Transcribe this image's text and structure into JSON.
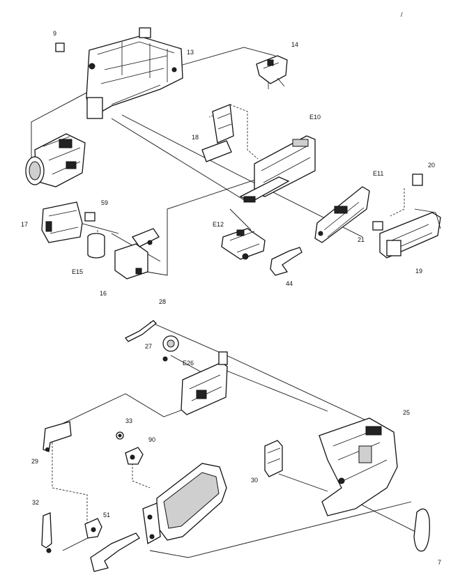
{
  "parts": [
    {
      "id": "mark-top-right",
      "label": "/"
    },
    {
      "id": "9",
      "label": "9"
    },
    {
      "id": "13",
      "label": "13"
    },
    {
      "id": "14",
      "label": "14"
    },
    {
      "id": "E10",
      "label": "E10"
    },
    {
      "id": "18",
      "label": "18"
    },
    {
      "id": "E11",
      "label": "E11"
    },
    {
      "id": "20",
      "label": "20"
    },
    {
      "id": "59",
      "label": "59"
    },
    {
      "id": "17",
      "label": "17"
    },
    {
      "id": "E12",
      "label": "E12"
    },
    {
      "id": "21",
      "label": "21"
    },
    {
      "id": "E15",
      "label": "E15"
    },
    {
      "id": "16",
      "label": "16"
    },
    {
      "id": "44",
      "label": "44"
    },
    {
      "id": "19",
      "label": "19"
    },
    {
      "id": "28",
      "label": "28"
    },
    {
      "id": "27",
      "label": "27"
    },
    {
      "id": "E26",
      "label": "E26"
    },
    {
      "id": "25",
      "label": "25"
    },
    {
      "id": "33",
      "label": "33"
    },
    {
      "id": "29",
      "label": "29"
    },
    {
      "id": "90",
      "label": "90"
    },
    {
      "id": "30",
      "label": "30"
    },
    {
      "id": "32",
      "label": "32"
    },
    {
      "id": "51",
      "label": "51"
    },
    {
      "id": "7",
      "label": "7"
    }
  ]
}
